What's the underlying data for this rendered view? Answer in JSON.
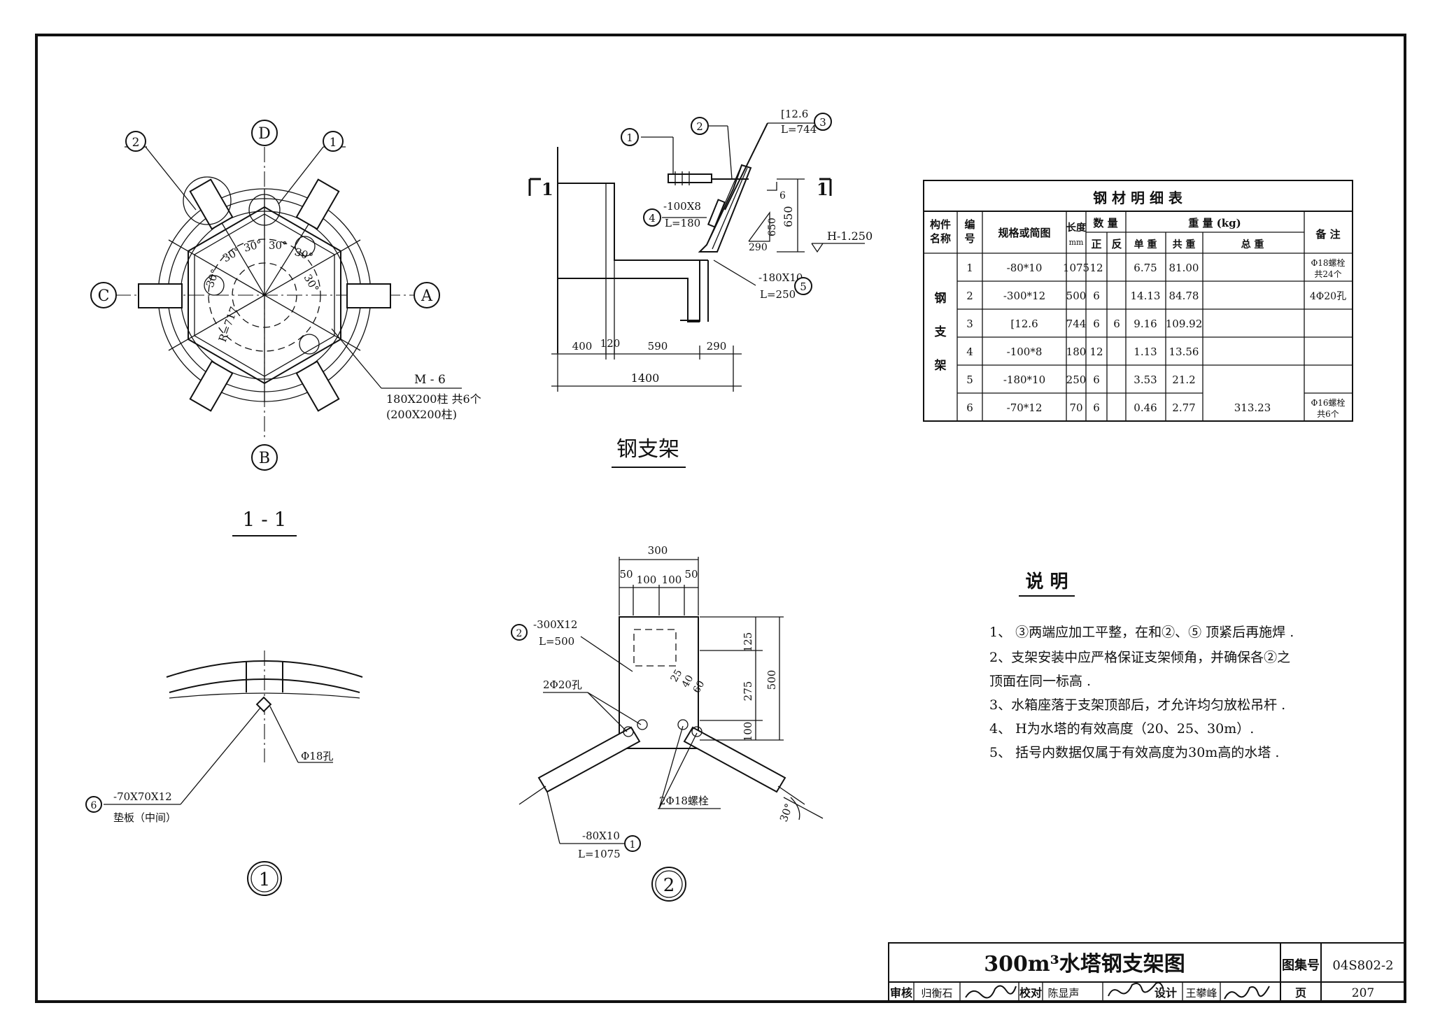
{
  "title_block": {
    "title": "300m³水塔钢支架图",
    "atlas_label": "图集号",
    "atlas_no": "04S802-2",
    "review_label": "审核",
    "reviewer": "归衡石",
    "check_label": "校对",
    "checker": "陈显声",
    "design_label": "设计",
    "designer": "王攀峰",
    "page_label": "页",
    "page_no": "207"
  },
  "plan_view": {
    "title": "1 - 1",
    "axis_labels": [
      "D",
      "A",
      "B",
      "C"
    ],
    "callouts": [
      "2",
      "1"
    ],
    "angles": [
      "30°",
      "30°",
      "30°",
      "30°",
      "30°",
      "30°"
    ],
    "radius": "R=717",
    "column_mark": "M - 6",
    "column_note1": "180X200柱  共6个",
    "column_note2": "(200X200柱)"
  },
  "bracket_view": {
    "title": "钢支架",
    "section_mark": "1",
    "items": [
      {
        "no": "1",
        "text": ""
      },
      {
        "no": "2",
        "text": ""
      },
      {
        "no": "3",
        "text": "[12.6",
        "text2": "L=744"
      },
      {
        "no": "4",
        "text": "-100X8",
        "text2": "L=180"
      },
      {
        "no": "5",
        "text": "-180X10",
        "text2": "L=250"
      }
    ],
    "slope_1": "6",
    "slope_2": "650",
    "slope_3": "290",
    "level": "H-1.250",
    "dims": [
      "400",
      "120",
      "590",
      "290"
    ],
    "total": "1400",
    "height": "650"
  },
  "steel_table": {
    "title": "钢 材 明 细 表",
    "headers": {
      "member": "构件名称",
      "no": "编号",
      "spec": "规格或简图",
      "length": "长度",
      "length_unit": "mm",
      "qty": "数 量",
      "qty_pos": "正",
      "qty_neg": "反",
      "weight": "重 量 (kg)",
      "unit_w": "单 重",
      "sum_w": "共 重",
      "total_w": "总 重",
      "note": "备 注"
    },
    "member_name": "钢支架",
    "rows": [
      {
        "no": "1",
        "spec": "-80*10",
        "length": "1075",
        "pos": "12",
        "neg": "",
        "unit": "6.75",
        "sum": "81.00",
        "note1": "Φ18螺栓",
        "note2": "共24个"
      },
      {
        "no": "2",
        "spec": "-300*12",
        "length": "500",
        "pos": "6",
        "neg": "",
        "unit": "14.13",
        "sum": "84.78",
        "note1": "4Φ20孔",
        "note2": ""
      },
      {
        "no": "3",
        "spec": "[12.6",
        "length": "744",
        "pos": "6",
        "neg": "6",
        "unit": "9.16",
        "sum": "109.92",
        "note1": "",
        "note2": ""
      },
      {
        "no": "4",
        "spec": "-100*8",
        "length": "180",
        "pos": "12",
        "neg": "",
        "unit": "1.13",
        "sum": "13.56",
        "note1": "",
        "note2": ""
      },
      {
        "no": "5",
        "spec": "-180*10",
        "length": "250",
        "pos": "6",
        "neg": "",
        "unit": "3.53",
        "sum": "21.2",
        "note1": "",
        "note2": ""
      },
      {
        "no": "6",
        "spec": "-70*12",
        "length": "70",
        "pos": "6",
        "neg": "",
        "unit": "0.46",
        "sum": "2.77",
        "note1": "Φ16螺栓",
        "note2": "共6个"
      }
    ],
    "grand_total": "313.23"
  },
  "notes": {
    "title": "说  明",
    "items": [
      "1、 ③两端应加工平整，在和②、⑤ 顶紧后再施焊 .",
      "2、支架安装中应严格保证支架倾角，并确保各②之",
      "     顶面在同一标高 .",
      "3、水箱座落于支架顶部后，才允许均匀放松吊杆 .",
      "4、  H为水塔的有效高度（20、25、30m）.",
      "5、  括号内数据仅属于有效高度为30m高的水塔 ."
    ]
  },
  "detail_1": {
    "title": "1",
    "hole": "Φ18孔",
    "plate": "-70X70X12",
    "plate_no": "6",
    "plate_note": "垫板（中间）"
  },
  "detail_2": {
    "title": "2",
    "plate_spec": "-300X12",
    "plate_len": "L=500",
    "plate_no": "2",
    "holes": "2Φ20孔",
    "bolts": "2Φ18螺栓",
    "strap_spec": "-80X10",
    "strap_len": "L=1075",
    "strap_no": "1",
    "angle": "30°",
    "dims_top": [
      "300",
      "50",
      "100",
      "100",
      "50"
    ],
    "dims_right": [
      "125",
      "275",
      "100",
      "500"
    ],
    "dims_small": [
      "25",
      "40",
      "60"
    ]
  }
}
